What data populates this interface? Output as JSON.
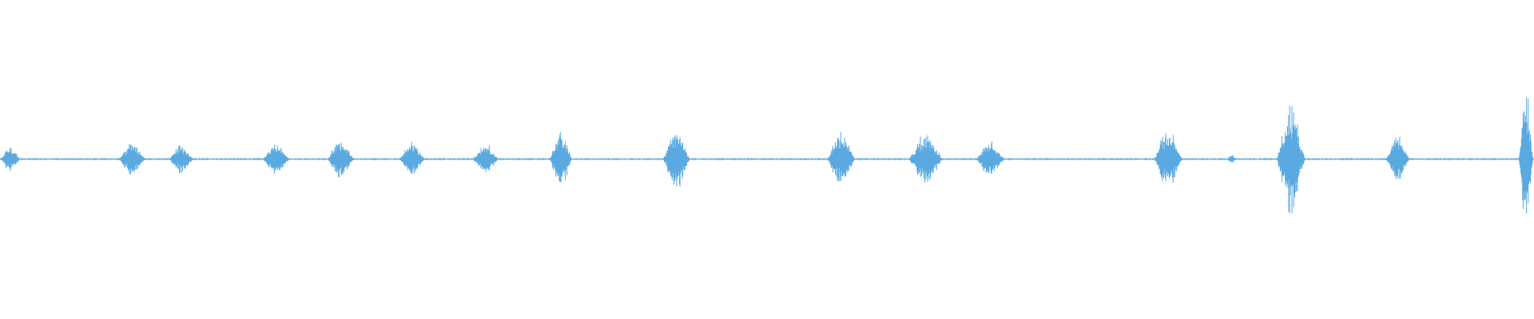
{
  "waveform": {
    "color": "#5aa9e0",
    "background": "#ffffff",
    "segments": [
      {
        "start": 0.0,
        "end": 0.014,
        "amp": 0.08,
        "kind": "noise"
      },
      {
        "start": 0.077,
        "end": 0.096,
        "amp": 0.1,
        "kind": "noise"
      },
      {
        "start": 0.11,
        "end": 0.127,
        "amp": 0.09,
        "kind": "noise"
      },
      {
        "start": 0.171,
        "end": 0.19,
        "amp": 0.1,
        "kind": "noise"
      },
      {
        "start": 0.213,
        "end": 0.232,
        "amp": 0.12,
        "kind": "noise"
      },
      {
        "start": 0.26,
        "end": 0.278,
        "amp": 0.12,
        "kind": "noise"
      },
      {
        "start": 0.308,
        "end": 0.326,
        "amp": 0.1,
        "kind": "noise"
      },
      {
        "start": 0.358,
        "end": 0.374,
        "amp": 0.18,
        "kind": "noise"
      },
      {
        "start": 0.432,
        "end": 0.451,
        "amp": 0.2,
        "kind": "noise"
      },
      {
        "start": 0.539,
        "end": 0.559,
        "amp": 0.17,
        "kind": "noise"
      },
      {
        "start": 0.592,
        "end": 0.616,
        "amp": 0.17,
        "kind": "noise"
      },
      {
        "start": 0.636,
        "end": 0.656,
        "amp": 0.12,
        "kind": "noise"
      },
      {
        "start": 0.752,
        "end": 0.772,
        "amp": 0.2,
        "kind": "noise"
      },
      {
        "start": 0.8,
        "end": 0.806,
        "amp": 0.03,
        "kind": "noise"
      },
      {
        "start": 0.832,
        "end": 0.852,
        "amp": 0.35,
        "kind": "noise"
      },
      {
        "start": 0.903,
        "end": 0.92,
        "amp": 0.15,
        "kind": "noise"
      },
      {
        "start": 0.99,
        "end": 1.0,
        "amp": 0.45,
        "kind": "noise"
      }
    ]
  }
}
